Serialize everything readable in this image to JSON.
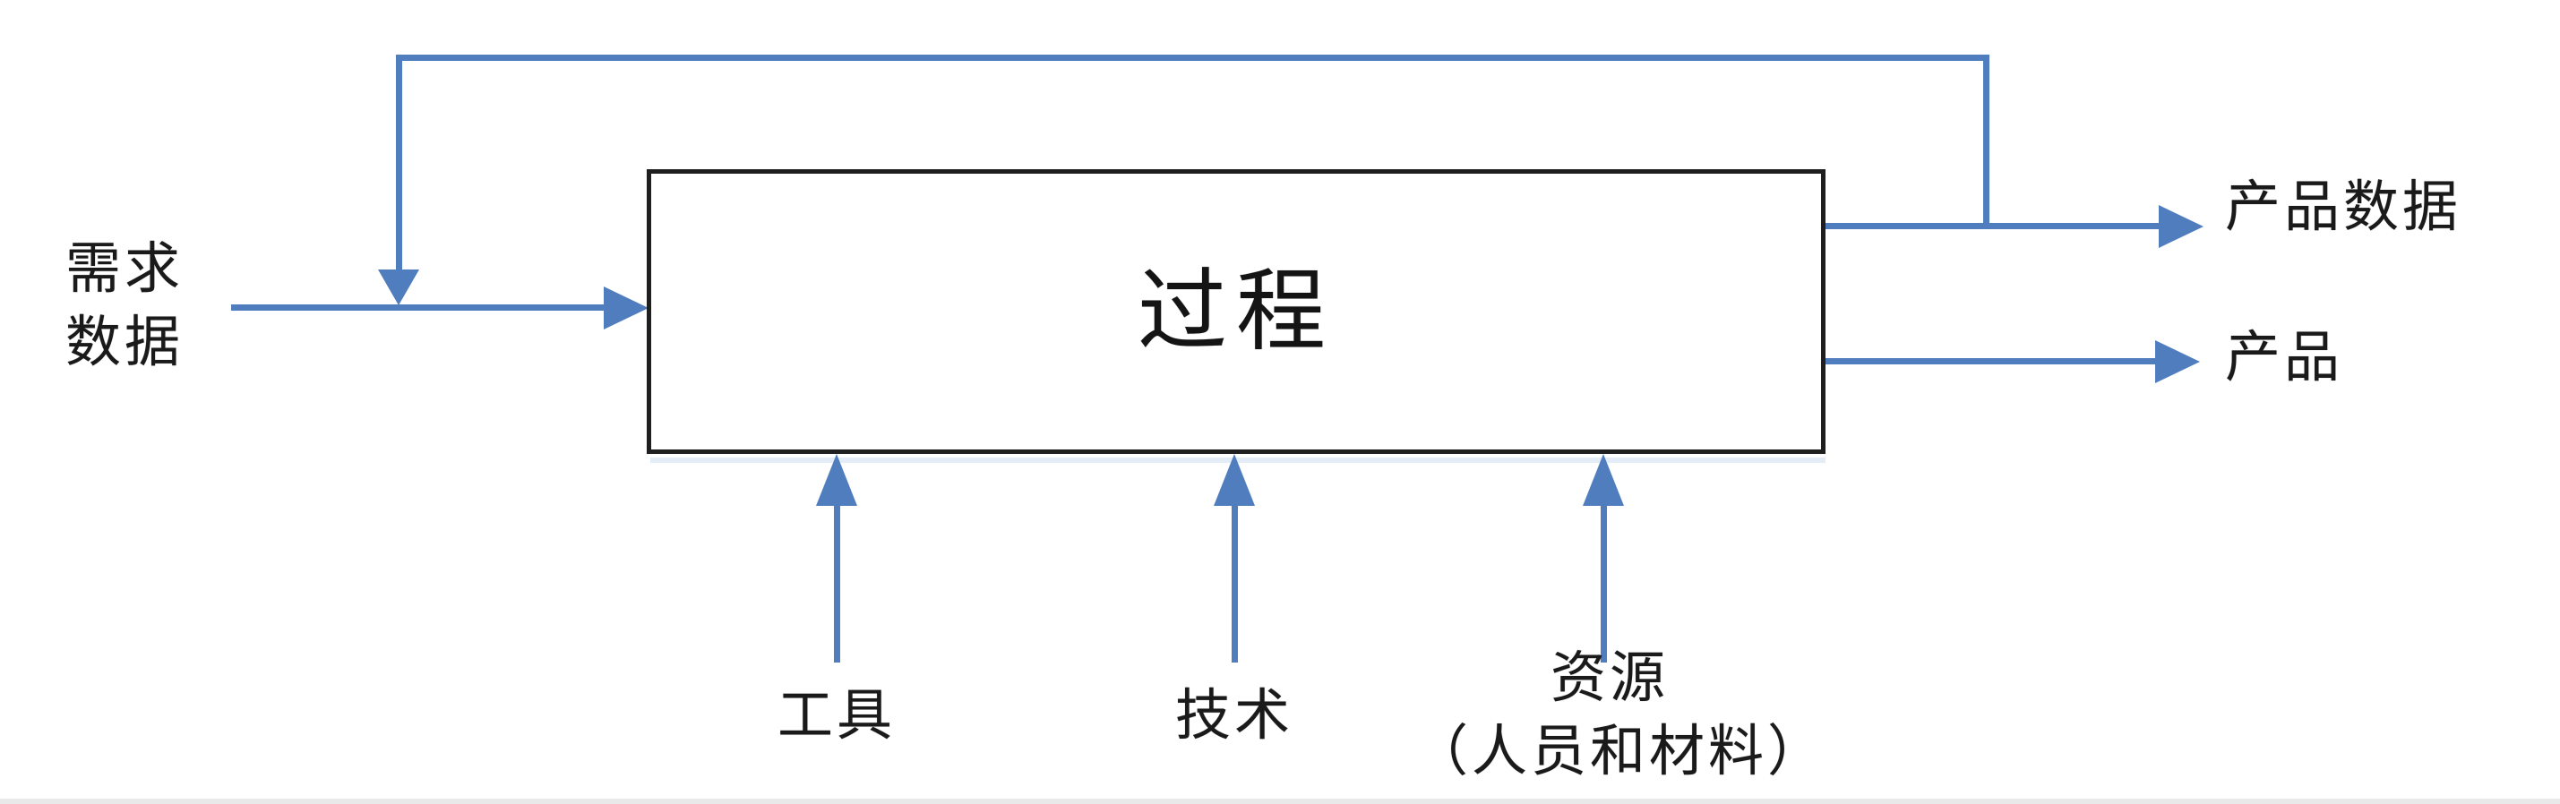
{
  "colors": {
    "arrow_blue": "#4f7dbd",
    "ink": "#1a1a1a",
    "box_border": "#1f1f1f"
  },
  "process_box": {
    "label": "过程"
  },
  "left_input": {
    "lines": [
      "需求",
      "数据"
    ]
  },
  "outputs": {
    "product_data": {
      "label": "产品数据"
    },
    "product": {
      "label": "产品"
    }
  },
  "bottom_inputs": {
    "tools": {
      "label": "工具"
    },
    "techniques": {
      "label": "技术"
    },
    "resources": {
      "label": "资源",
      "sublabel": "（人员和材料）"
    }
  }
}
